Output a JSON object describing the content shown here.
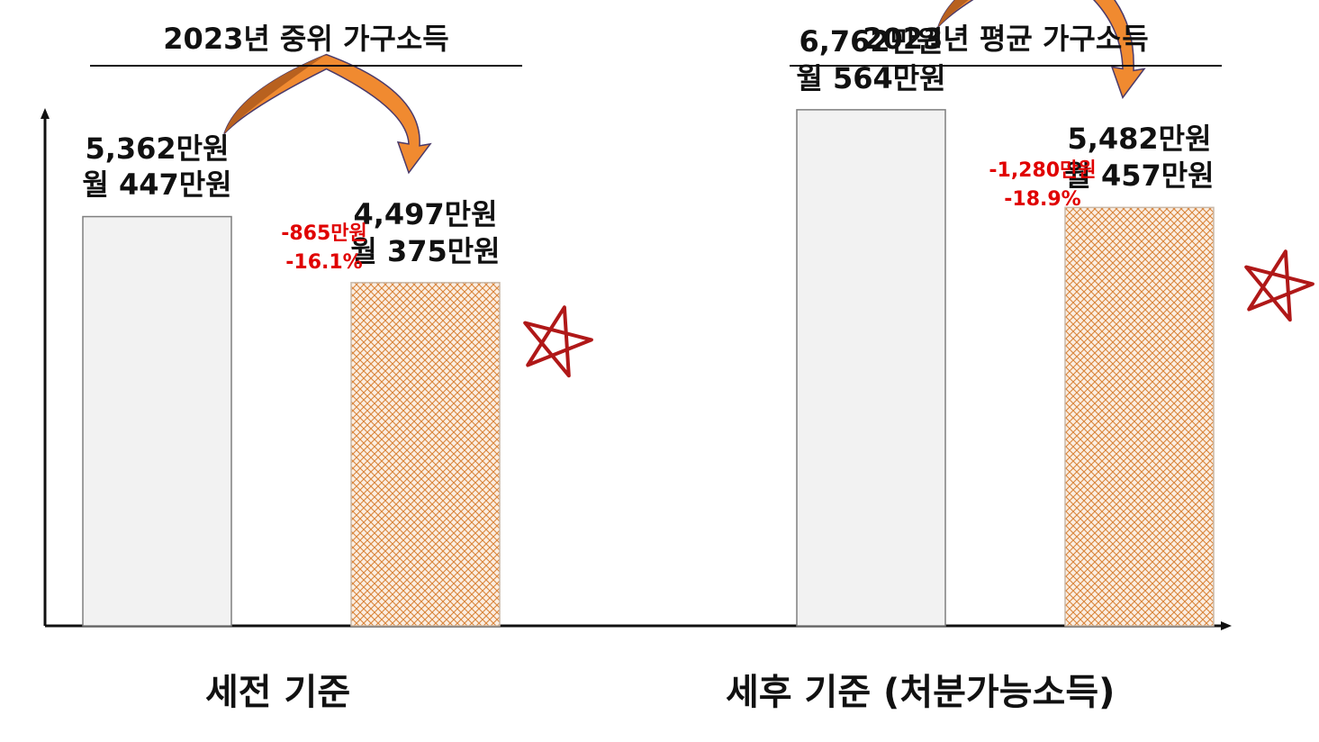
{
  "chart_data": {
    "type": "bar",
    "titles": [
      "2023년 중위 가구소득",
      "2023년 평균 가구소득"
    ],
    "basis_labels": [
      "세전 기준",
      "세후 기준 (처분가능소득)"
    ],
    "ylim": [
      0,
      8200
    ],
    "groups": [
      {
        "bars": [
          {
            "value": 5362,
            "label": "5,362만원",
            "monthly": "월 447만원",
            "style": "plain"
          },
          {
            "value": 4497,
            "label": "4,497만원",
            "monthly": "월 375만원",
            "style": "pattern"
          }
        ],
        "diff": {
          "amount": "-865만원",
          "percent": "-16.1%"
        }
      },
      {
        "bars": [
          {
            "value": 6762,
            "label": "6,762만원",
            "monthly": "월 564만원",
            "style": "plain"
          },
          {
            "value": 5482,
            "label": "5,482만원",
            "monthly": "월 457만원",
            "style": "pattern"
          }
        ],
        "diff": {
          "amount": "-1,280만원",
          "percent": "-18.9%"
        }
      }
    ]
  },
  "colors": {
    "plain_fill": "#f2f2f2",
    "plain_stroke": "#7f7f7f",
    "pattern_line": "#d9843a",
    "pattern_bg": "#fbeee2",
    "arrow_fill": "#f08a30",
    "arrow_stroke": "#4a3a6a",
    "diff_text": "#e00000",
    "star": "#b01818"
  }
}
